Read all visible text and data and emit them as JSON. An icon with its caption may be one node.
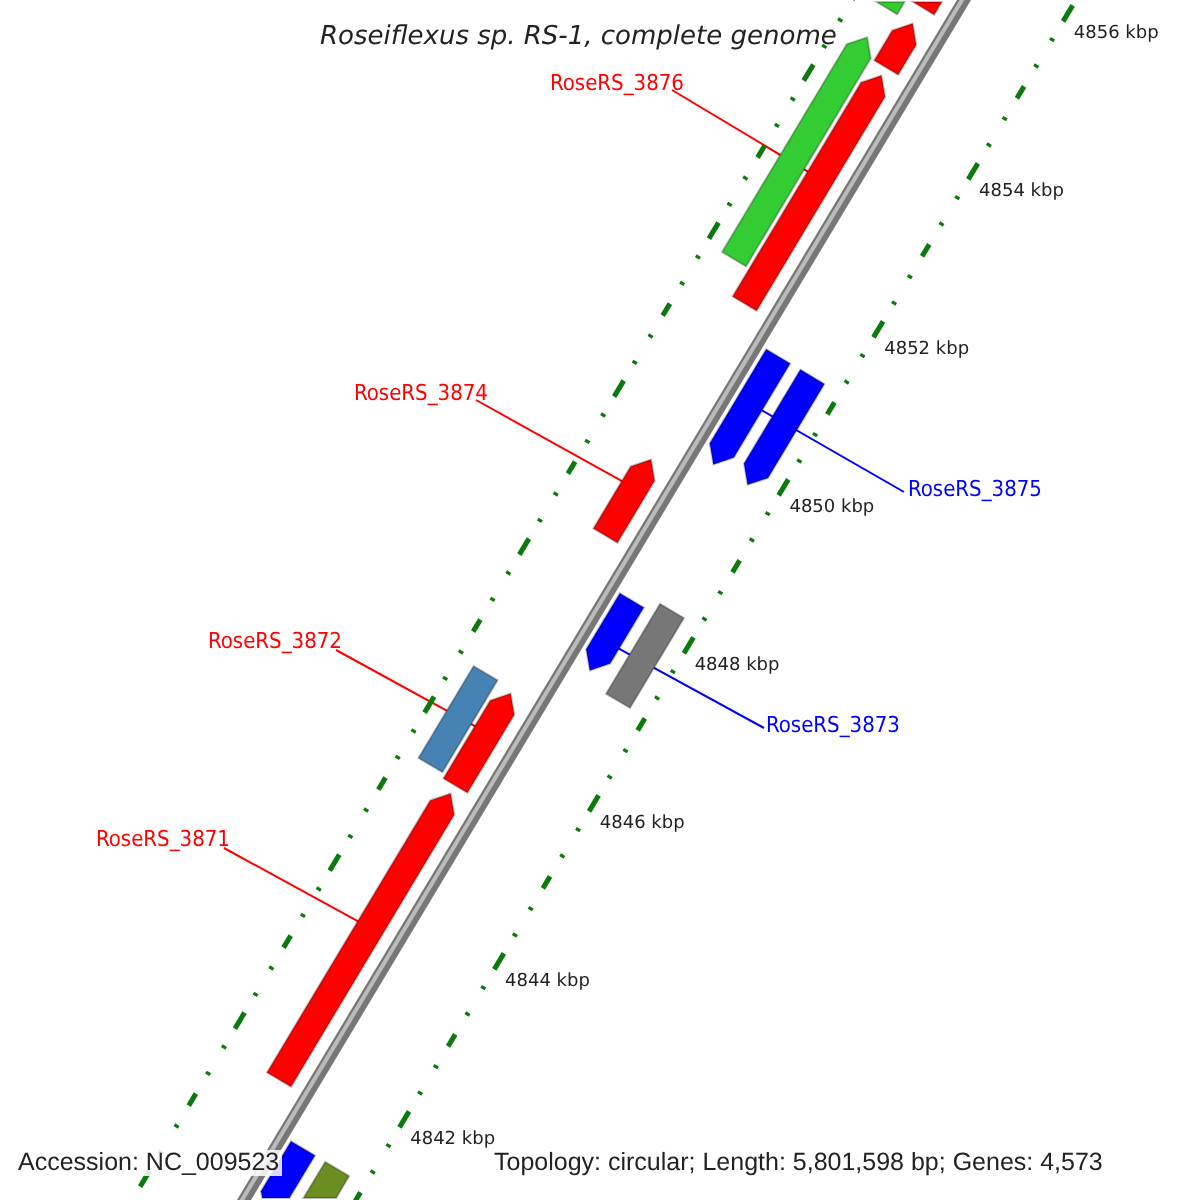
{
  "diagram": {
    "title": "Roseiflexus sp. RS-1, complete genome",
    "nodes": [
      {
        "text": [
          "RoseRS_3876"
        ]
      },
      {
        "text": [],
        "shape": "bar"
      },
      {
        "text": [
          "RoseRS_3874"
        ]
      },
      {
        "text": [],
        "shape": "bar"
      },
      {
        "text": [
          "RoseRS_3875"
        ]
      },
      {
        "text": [],
        "shape": "bar"
      },
      {
        "text": [
          "RoseRS_3872"
        ]
      },
      {
        "text": [],
        "shape": "bar"
      },
      {
        "text": [
          "RoseRS_3873"
        ]
      },
      {
        "text": [],
        "shape": "bar"
      },
      {
        "text": [
          "RoseRS_3871"
        ]
      },
      {
        "text": [],
        "shape": "bar"
      },
      {
        "text": [],
        "shape": "bar"
      },
      {
        "text": [],
        "shape": "bar"
      },
      {
        "text": [],
        "shape": "bar"
      },
      {
        "text": [],
        "shape": "bar"
      },
      {
        "text": [],
        "shape": "bar"
      },
      {
        "text": [],
        "shape": "box"
      },
      {
        "text": [],
        "shape": "box"
      },
      {
        "text": [],
        "shape": "bar"
      },
      {
        "text": [],
        "shape": "box"
      }
    ],
    "edges": [
      {
        "from": 0,
        "to": 1,
        "arrow": "none"
      },
      {
        "from": 2,
        "to": 3,
        "arrow": "none"
      },
      {
        "from": 4,
        "to": 5,
        "arrow": "none",
        "color": "#0000ff"
      },
      {
        "from": 6,
        "to": 7,
        "arrow": "none"
      },
      {
        "from": 8,
        "to": 9,
        "arrow": "none",
        "color": "#0000ff"
      },
      {
        "from": 10,
        "to": 11,
        "arrow": "none"
      }
    ],
    "labels": [
      "4856 kbp",
      "4854 kbp",
      "4852 kbp",
      "4850 kbp",
      "4848 kbp",
      "4846 kbp",
      "4844 kbp",
      "4842 kbp",
      "Accession: NC_009523",
      "Topology: circular; Length: 5,801,598 bp; Genes: 4,573"
    ]
  }
}
